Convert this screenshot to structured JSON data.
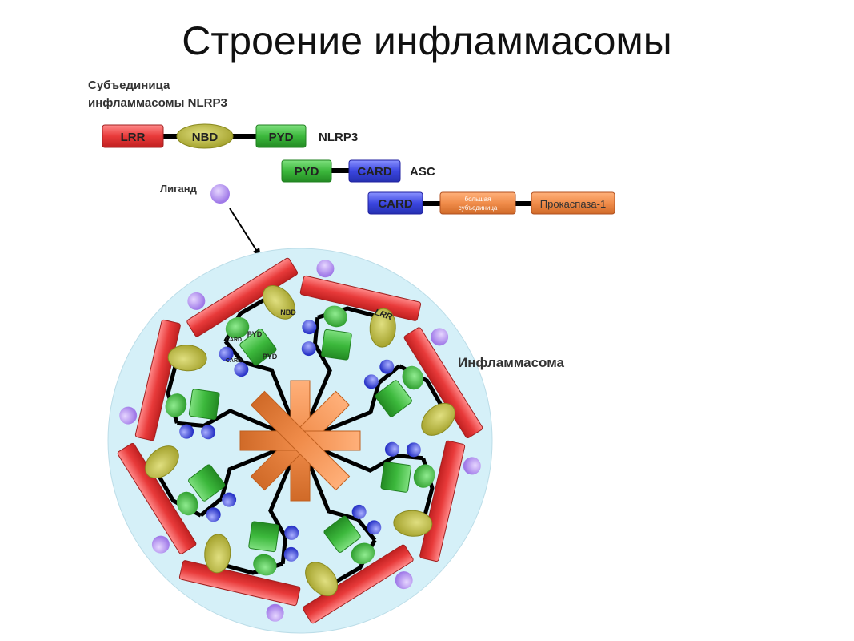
{
  "title": "Строение инфламмасомы",
  "subtitle_line1": "Субъединица",
  "subtitle_line2": "инфламмасомы NLRP3",
  "nlrp3": {
    "lrr": "LRR",
    "nbd": "NBD",
    "pyd": "PYD",
    "name": "NLRP3"
  },
  "asc": {
    "pyd": "PYD",
    "card": "CARD",
    "name": "ASC"
  },
  "procaspase": {
    "card": "CARD",
    "large_line1": "большая",
    "large_line2": "субъединица",
    "name": "Прокаспаза-1"
  },
  "ligand_label": "Лиганд",
  "inflammasome_label": "Инфламмасома",
  "inner_labels": {
    "nbd": "NBD",
    "lrr": "LRR",
    "pyd1": "PYD",
    "pyd2": "PYD",
    "card1": "CARD",
    "card2": "CARD"
  },
  "colors": {
    "lrr": "#e83a3a",
    "nbd": "#b5b33a",
    "pyd": "#3cb83c",
    "card": "#3b46e0",
    "caspase": "#f08c4a",
    "ligand": "#b48cf0",
    "background": "#d5f0f8"
  }
}
